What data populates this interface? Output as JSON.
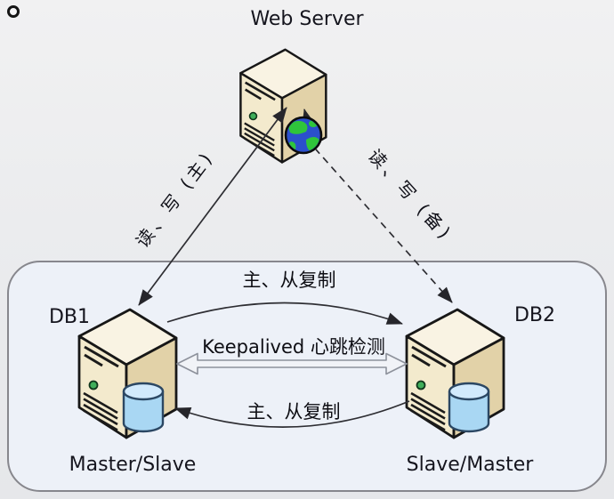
{
  "diagram": {
    "web_server_label": "Web Server",
    "left_link_label": "读、写 (主)",
    "right_link_label": "读、写 (备)",
    "top_replication_label": "主、从复制",
    "heartbeat_label": "Keepalived 心跳检测",
    "bottom_replication_label": "主、从复制",
    "db1_name": "DB1",
    "db1_role": "Master/Slave",
    "db2_name": "DB2",
    "db2_role": "Slave/Master"
  },
  "colors": {
    "background": "#ebecee",
    "cluster_box_fill": "#edf1f8",
    "cluster_box_border": "#87878d",
    "server_front": "#f3eacd",
    "server_side": "#e2d2a8",
    "server_top": "#f9f3e3",
    "server_outline": "#171717",
    "database_cylinder": "#a9d7f3",
    "database_cylinder_top": "#d2eafc",
    "globe_ocean": "#2b50cc",
    "globe_land": "#2fc53b",
    "line": "#2e2e33",
    "heartbeat_arrow_fill": "#f1f3f7",
    "heartbeat_arrow_border": "#8d929c"
  }
}
